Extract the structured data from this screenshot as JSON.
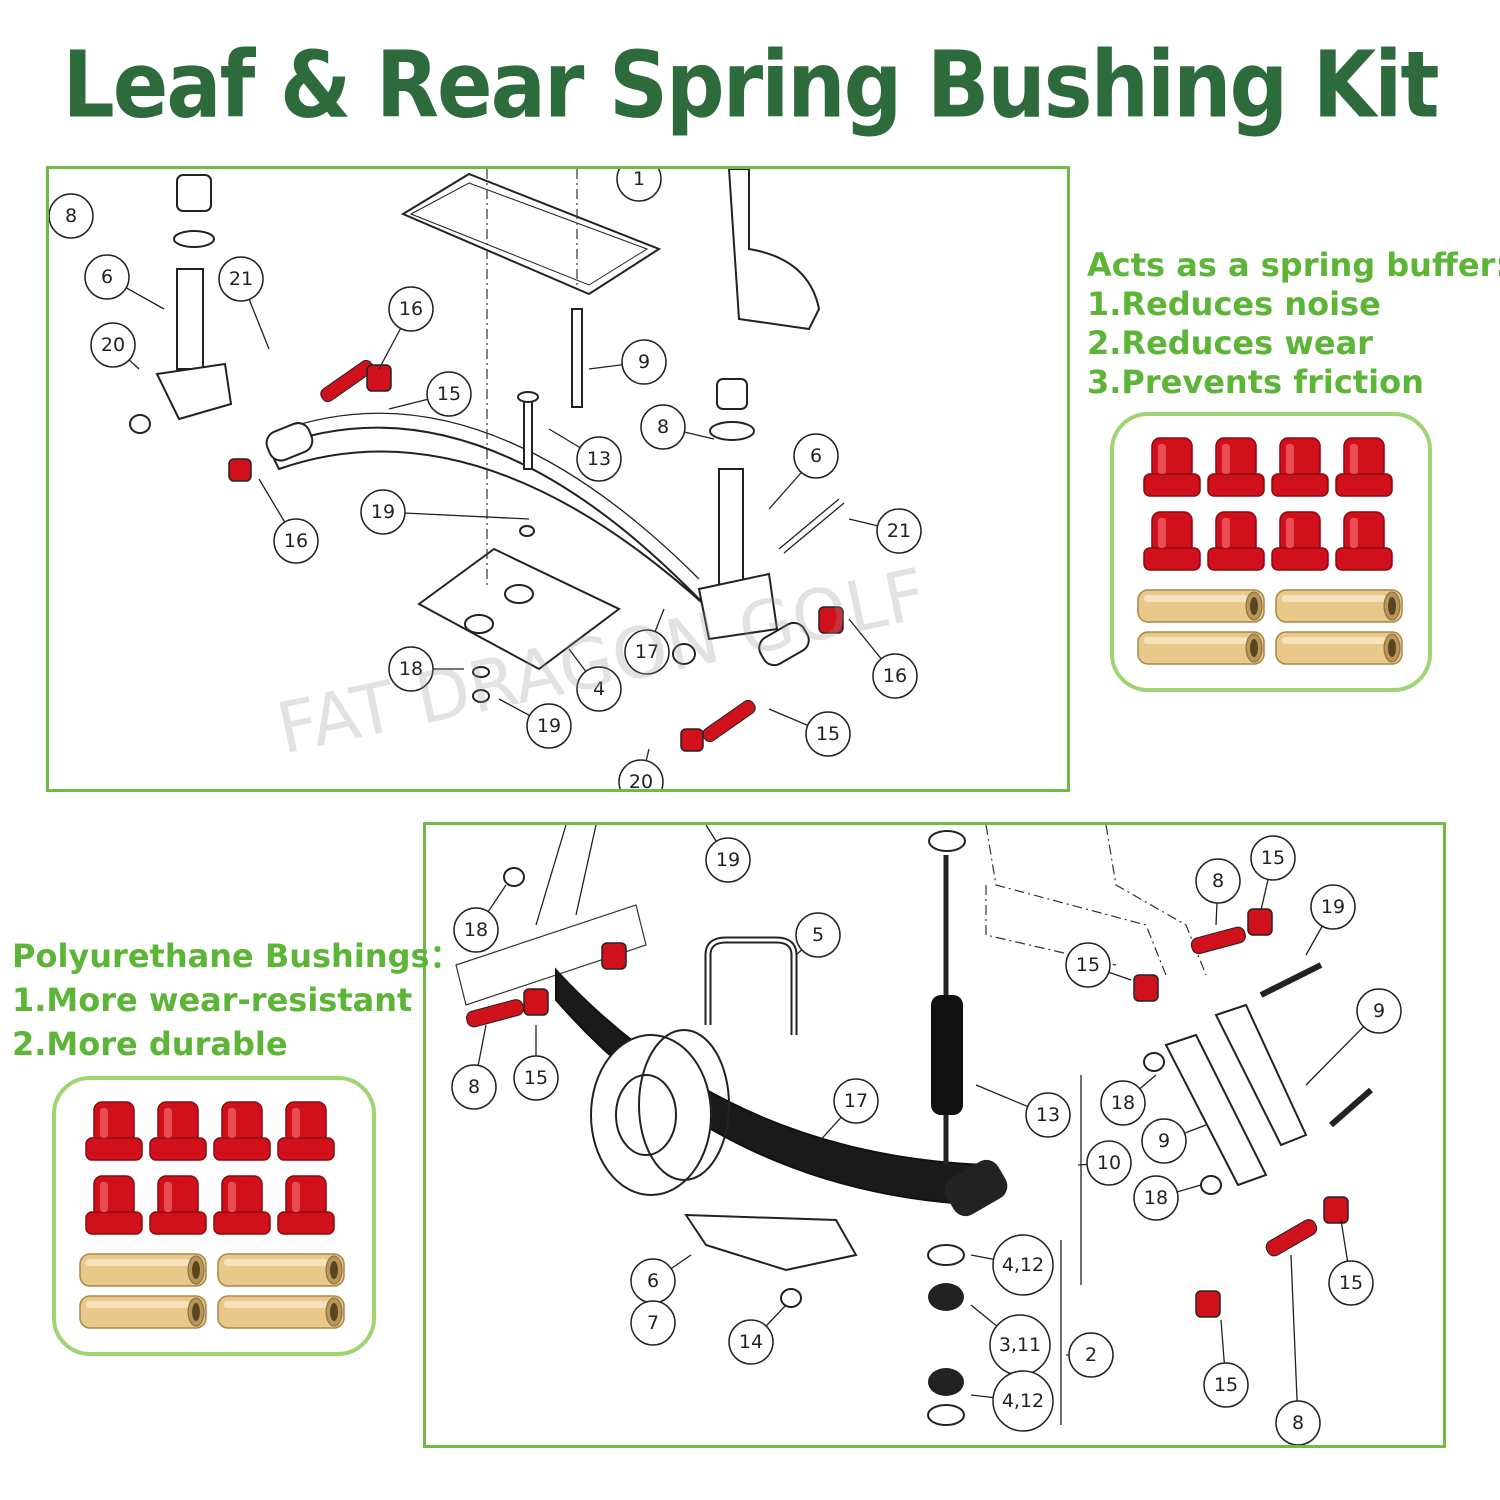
{
  "title": "Leaf & Rear Spring Bushing Kit",
  "watermark": "FAT DRAGON GOLF",
  "buffer_info": {
    "heading": "Acts as a spring buffer:",
    "items": [
      "1.Reduces noise",
      "2.Reduces wear",
      "3.Prevents friction"
    ]
  },
  "poly_info": {
    "heading": "Polyurethane Bushings：",
    "items": [
      "1.More wear-resistant",
      "2.More durable"
    ]
  },
  "top_callouts": [
    "1",
    "8",
    "6",
    "21",
    "20",
    "16",
    "15",
    "9",
    "13",
    "8",
    "6",
    "16",
    "19",
    "21",
    "17",
    "4",
    "18",
    "19",
    "16",
    "15",
    "20"
  ],
  "bottom_callouts": [
    "19",
    "18",
    "5",
    "8",
    "15",
    "15",
    "8",
    "15",
    "19",
    "9",
    "17",
    "13",
    "10",
    "18",
    "9",
    "18",
    "6",
    "7",
    "14",
    "4,12",
    "3,11",
    "2",
    "4,12",
    "15",
    "8",
    "15"
  ],
  "colors": {
    "title_green": "#2e6b3c",
    "text_green": "#5cb536",
    "panel_border": "#6dbb45",
    "bushing_red": "#d0101a",
    "sleeve_brass": "#e8c98a"
  }
}
